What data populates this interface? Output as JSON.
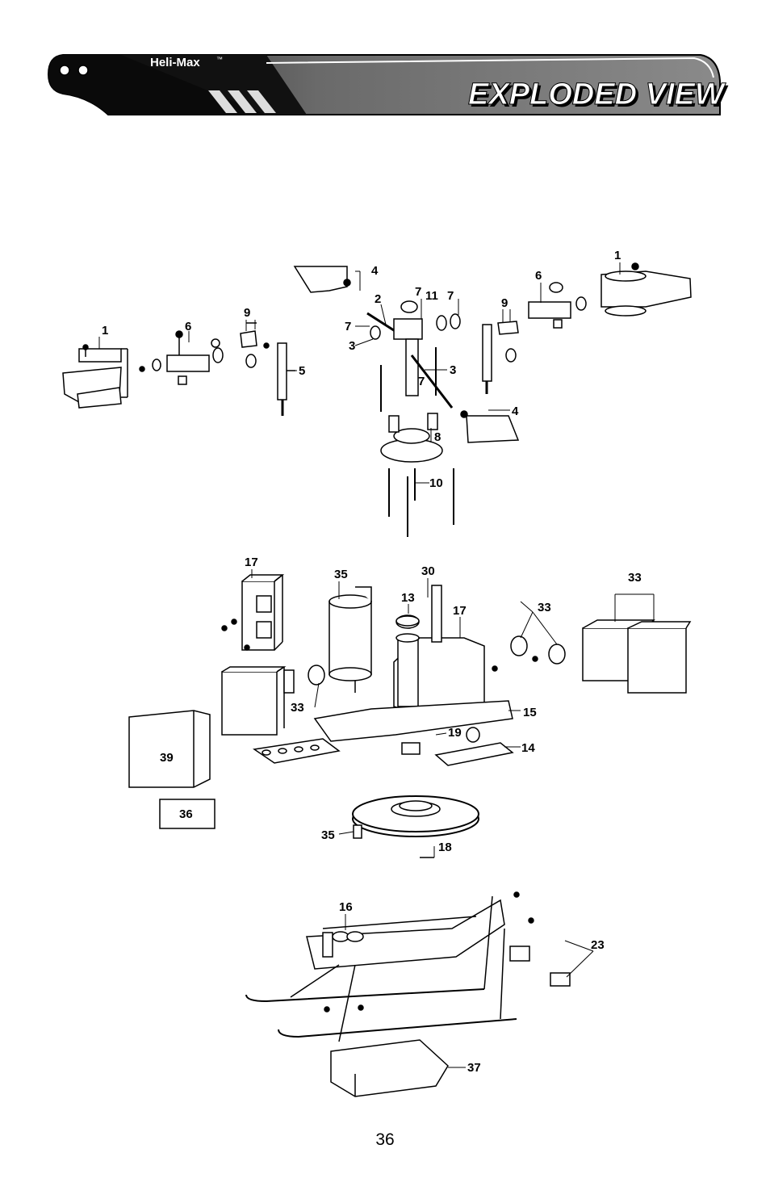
{
  "header": {
    "brand": "Heli-Max",
    "brand_tm": "™",
    "title": "EXPLODED VIEW"
  },
  "callouts": {
    "c1_left": "1",
    "c6_left": "6",
    "c9_left": "9",
    "c5": "5",
    "c4_top": "4",
    "c2": "2",
    "c7_a": "7",
    "c11": "11",
    "c7_b": "7",
    "c7_c": "7",
    "c3_a": "3",
    "c3_b": "3",
    "c7_d": "7",
    "c8": "8",
    "c10": "10",
    "c6_right": "6",
    "c9_right": "9",
    "c1_right": "1",
    "c4_right": "4",
    "c17_a": "17",
    "c35_a": "35",
    "c30": "30",
    "c13": "13",
    "c17_b": "17",
    "c33_a": "33",
    "c33_b": "33",
    "c33_c": "33",
    "c15": "15",
    "c19": "19",
    "c14": "14",
    "c39": "39",
    "c36": "36",
    "c35_b": "35",
    "c18": "18",
    "c16": "16",
    "c23": "23",
    "c37": "37"
  },
  "page_number": "36"
}
